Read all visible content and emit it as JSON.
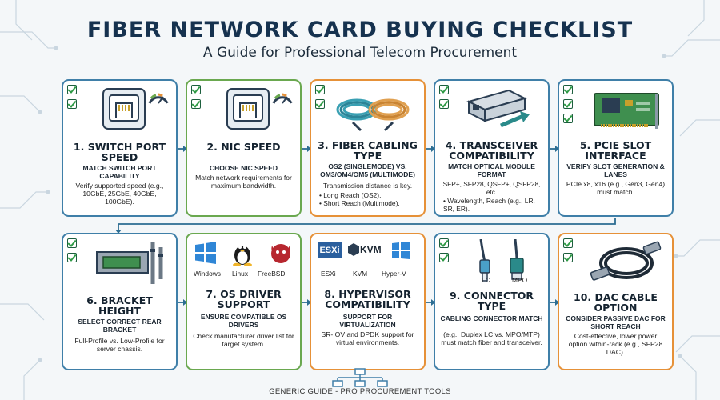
{
  "header": {
    "title": "FIBER NETWORK CARD BUYING CHECKLIST",
    "subtitle": "A Guide for Professional Telecom Procurement"
  },
  "cards": [
    {
      "title": "1. SWITCH PORT SPEED",
      "sub": "MATCH SWITCH PORT CAPABILITY",
      "body": "Verify supported speed (e.g., 10GbE, 25GbE, 40GbE, 100GbE).",
      "icon": "switch-port-icon",
      "color": "blue"
    },
    {
      "title": "2. NIC SPEED",
      "sub": "CHOOSE NIC SPEED",
      "body": "Match network requirements for maximum bandwidth.",
      "icon": "nic-port-icon",
      "color": "green"
    },
    {
      "title": "3. FIBER CABLING TYPE",
      "sub": "OS2 (SINGLEMODE) VS. OM3/OM4/OM5 (MULTIMODE)",
      "body": "Transmission distance is key.",
      "bullets": [
        "Long Reach (OS2),",
        "Short Reach (Multimode)."
      ],
      "icon": "fiber-cable-icon",
      "color": "orange"
    },
    {
      "title": "4. TRANSCEIVER COMPATIBILITY",
      "sub": "MATCH OPTICAL MODULE FORMAT",
      "body": "SFP+, SFP28, QSFP+, QSFP28, etc.",
      "bullets": [
        "Wavelength, Reach (e.g., LR, SR, ER)."
      ],
      "icon": "transceiver-icon",
      "color": "blue"
    },
    {
      "title": "5. PCIE SLOT INTERFACE",
      "sub": "VERIFY SLOT GENERATION & LANES",
      "body": "PCIe x8, x16 (e.g., Gen3, Gen4) must match.",
      "icon": "pcie-card-icon",
      "color": "blue"
    },
    {
      "title": "6. BRACKET HEIGHT",
      "sub": "SELECT CORRECT REAR BRACKET",
      "body": "Full-Profile vs. Low-Profile for server chassis.",
      "icon": "bracket-icon",
      "color": "blue"
    },
    {
      "title": "7. OS DRIVER SUPPORT",
      "sub": "ENSURE COMPATIBLE OS DRIVERS",
      "body": "Check manufacturer driver list for target system.",
      "os": [
        "Windows",
        "Linux",
        "FreeBSD"
      ],
      "icon": "os-logos-icon",
      "color": "green"
    },
    {
      "title": "8. HYPERVISOR COMPATIBILITY",
      "sub": "SUPPORT FOR VIRTUALIZATION",
      "body": "SR-IOV and DPDK support for virtual environments.",
      "os": [
        "ESXi",
        "KVM",
        "Hyper-V"
      ],
      "logo_text": {
        "esxi": "ESXi",
        "kvm": "KVM"
      },
      "icon": "hypervisor-logos-icon",
      "color": "orange"
    },
    {
      "title": "9. CONNECTOR TYPE",
      "sub": "CABLING CONNECTOR MATCH",
      "body": "(e.g., Duplex LC vs. MPO/MTP) must match fiber and transceiver.",
      "os": [
        "LC",
        "MPO"
      ],
      "icon": "connector-icon",
      "color": "blue"
    },
    {
      "title": "10. DAC CABLE OPTION",
      "sub": "CONSIDER PASSIVE DAC FOR SHORT REACH",
      "body": "Cost-effective, lower power option within-rack (e.g., SFP28 DAC).",
      "icon": "dac-cable-icon",
      "color": "orange"
    }
  ],
  "footer": "GENERIC GUIDE - PRO PROCUREMENT TOOLS",
  "colors": {
    "blue": "#3f7fa8",
    "green": "#6aa84f",
    "orange": "#e69138",
    "title": "#16324f"
  }
}
